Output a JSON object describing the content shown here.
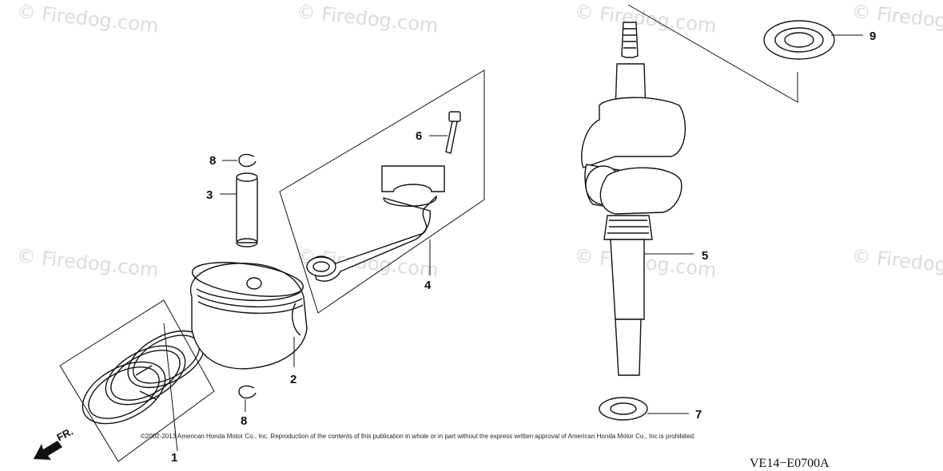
{
  "watermarks": [
    "© Firedog.com",
    "© Firedog.com",
    "© Firedog.com",
    "© Firedog.com",
    "© Firedog.com",
    "© Firedog.com",
    "© Firedog.com",
    "© Firedog.com"
  ],
  "callouts": {
    "ring_set": "1",
    "piston": "2",
    "piston_pin": "3",
    "connecting_rod": "4",
    "crankshaft": "5",
    "rod_bolt": "6",
    "washer": "7",
    "clip_top": "8",
    "clip_bottom": "8",
    "bearing": "9"
  },
  "direction_label": "FR.",
  "copyright": "©2002-2013 American Honda Motor Co., Inc. Reproduction of the contents of this publication in whole or in part without the express written approval of American Honda Motor Co., Inc is prohibited.",
  "diagram_code": "VE14−E0700A"
}
